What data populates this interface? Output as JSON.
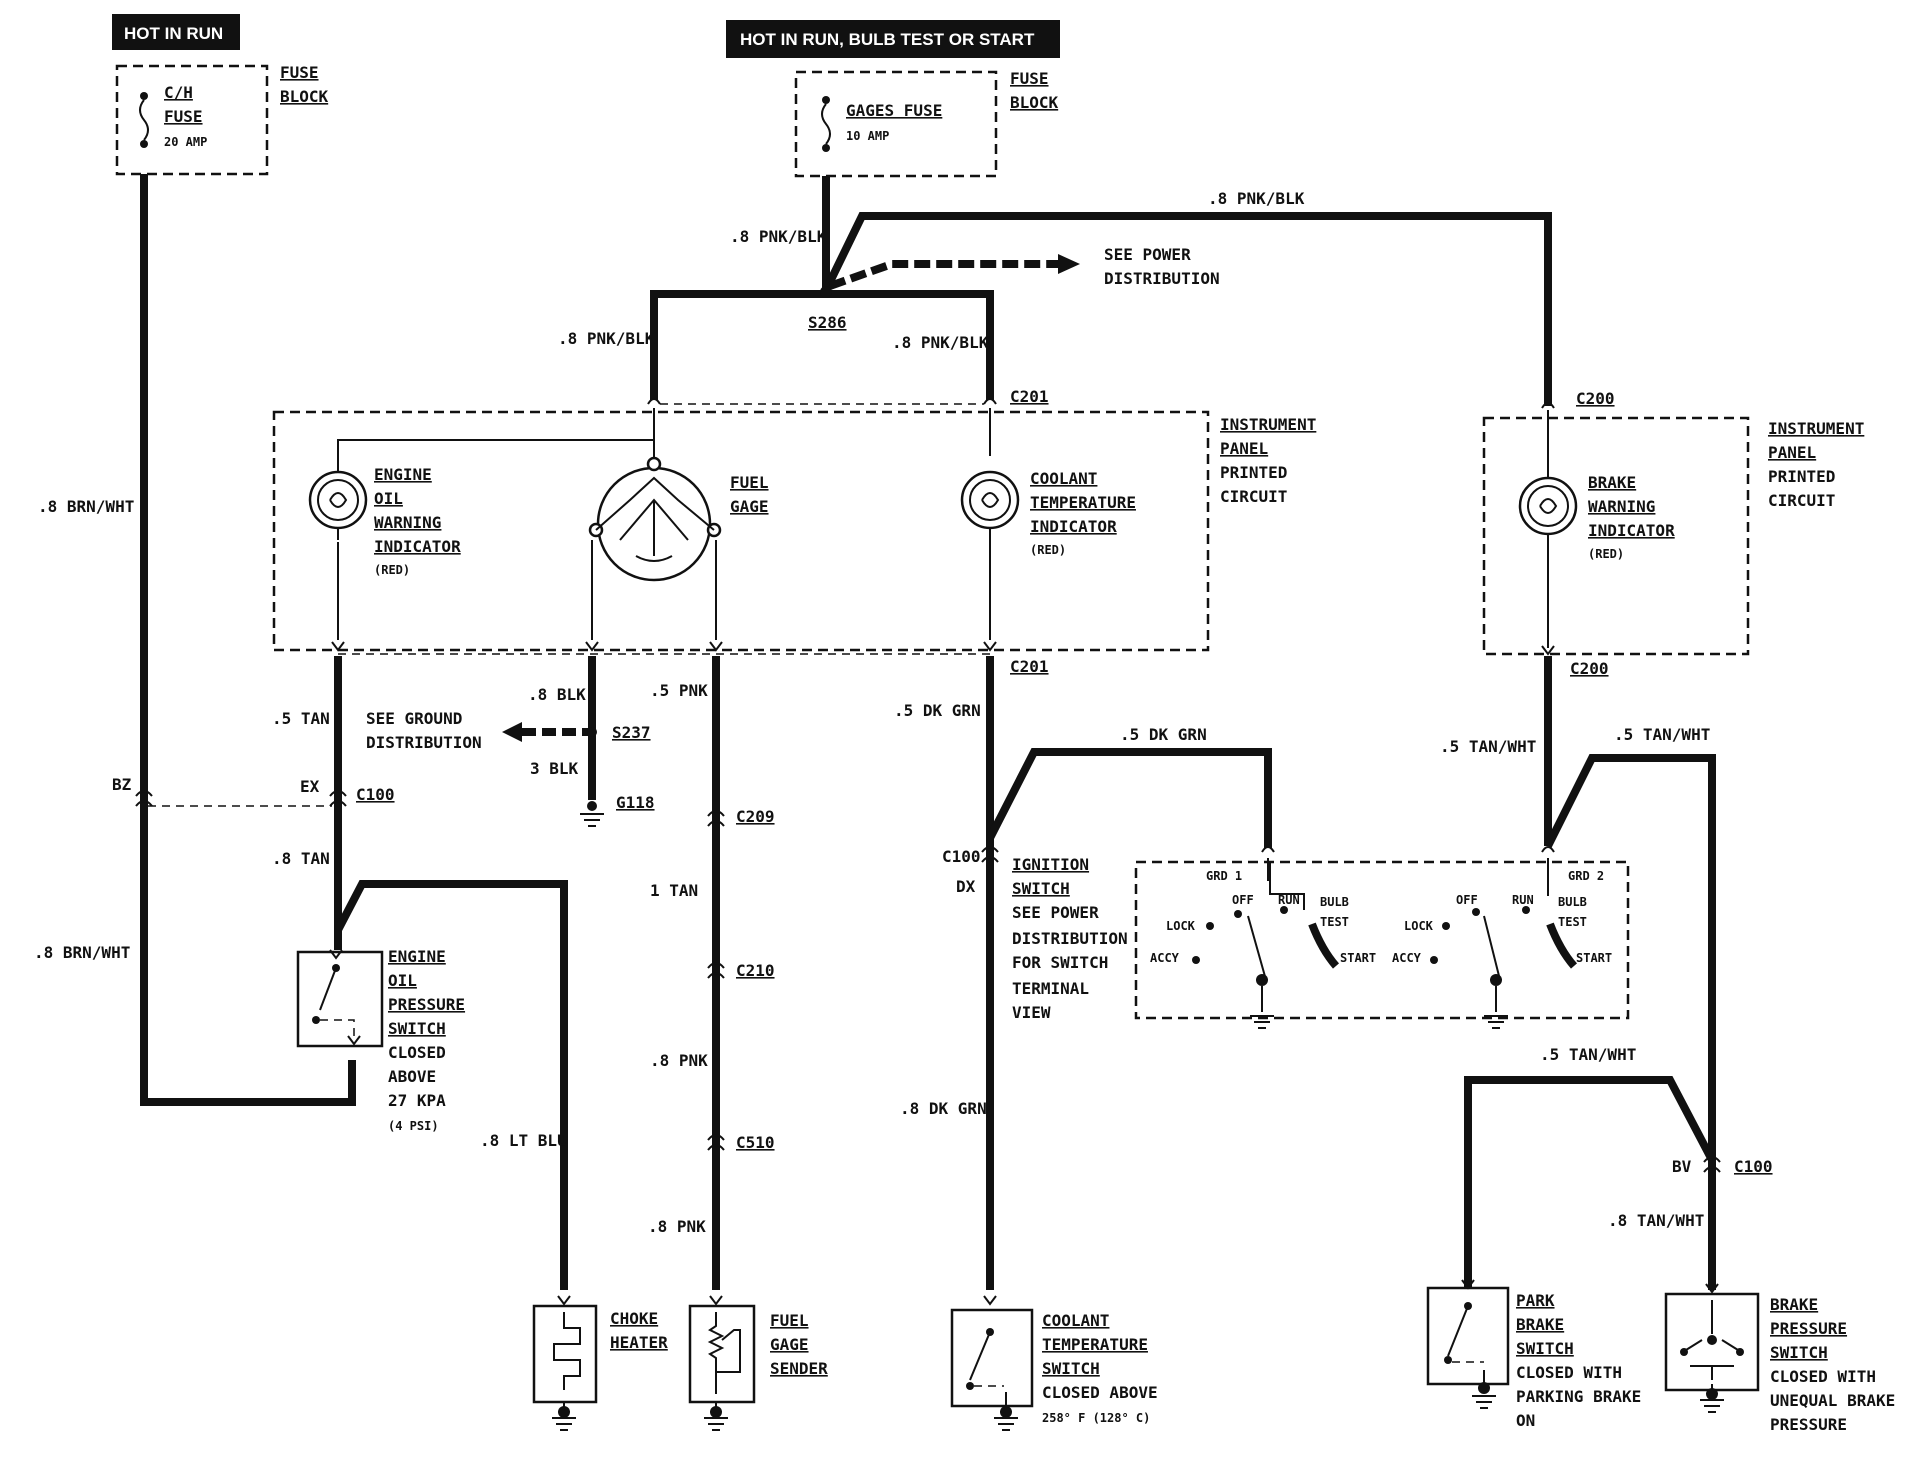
{
  "headers": {
    "hot_in_run": "HOT IN RUN",
    "hot_in_run_bulb": "HOT IN RUN,  BULB TEST OR START"
  },
  "fuses": {
    "ch_fuse": [
      "C/H",
      "FUSE",
      "20 AMP"
    ],
    "gages_fuse": [
      "GAGES FUSE",
      "10 AMP"
    ],
    "fuse_block": [
      "FUSE",
      "BLOCK"
    ]
  },
  "wires": {
    "pnk_blk": ".8 PNK/BLK",
    "brn_wht": ".8 BRN/WHT",
    "tan_5": ".5 TAN",
    "tan_8": ".8 TAN",
    "blk_8": ".8 BLK",
    "blk_3": "3 BLK",
    "pnk_5": ".5 PNK",
    "tan_1": "1 TAN",
    "pnk_8": ".8 PNK",
    "dkgrn_5": ".5 DK GRN",
    "dkgrn_8": ".8 DK GRN",
    "ltblu_8": ".8 LT BLU",
    "tanwht_5": ".5 TAN/WHT",
    "tanwht_8": ".8 TAN/WHT"
  },
  "connectors": {
    "s286": "S286",
    "c201": "C201",
    "c200": "C200",
    "c100": "C100",
    "c209": "C209",
    "c210": "C210",
    "c510": "C510",
    "s237": "S237",
    "g118": "G118",
    "bz": "BZ",
    "ex": "EX",
    "dx": "DX",
    "bv": "BV"
  },
  "notes": {
    "see_power": [
      "SEE POWER",
      "DISTRIBUTION"
    ],
    "see_ground": [
      "SEE GROUND",
      "DISTRIBUTION"
    ],
    "ipc": [
      "INSTRUMENT",
      "PANEL",
      "PRINTED",
      "CIRCUIT"
    ]
  },
  "components": {
    "engine_oil_warning": [
      "ENGINE",
      "OIL",
      "WARNING",
      "INDICATOR",
      "(RED)"
    ],
    "fuel_gage": [
      "FUEL",
      "GAGE"
    ],
    "coolant_temp_indicator": [
      "COOLANT",
      "TEMPERATURE",
      "INDICATOR",
      "(RED)"
    ],
    "brake_warning": [
      "BRAKE",
      "WARNING",
      "INDICATOR",
      "(RED)"
    ],
    "engine_oil_pressure": [
      "ENGINE",
      "OIL",
      "PRESSURE",
      "SWITCH",
      "CLOSED",
      "ABOVE",
      "27 KPA",
      "(4 PSI)"
    ],
    "ignition_switch": [
      "IGNITION",
      "SWITCH",
      "SEE POWER",
      "DISTRIBUTION",
      "FOR SWITCH",
      "TERMINAL",
      "VIEW"
    ],
    "choke_heater": [
      "CHOKE",
      "HEATER"
    ],
    "fuel_gage_sender": [
      "FUEL",
      "GAGE",
      "SENDER"
    ],
    "coolant_temp_switch": [
      "COOLANT",
      "TEMPERATURE",
      "SWITCH",
      "CLOSED ABOVE",
      "258° F (128° C)"
    ],
    "park_brake_switch": [
      "PARK",
      "BRAKE",
      "SWITCH",
      "CLOSED WITH",
      "PARKING BRAKE",
      "ON"
    ],
    "brake_pressure_switch": [
      "BRAKE",
      "PRESSURE",
      "SWITCH",
      "CLOSED WITH",
      "UNEQUAL BRAKE",
      "PRESSURE"
    ]
  },
  "ignition": {
    "grd1": "GRD 1",
    "grd2": "GRD 2",
    "off": "OFF",
    "run": "RUN",
    "lock": "LOCK",
    "accy": "ACCY",
    "start": "START",
    "bulb": "BULB",
    "test": "TEST"
  }
}
